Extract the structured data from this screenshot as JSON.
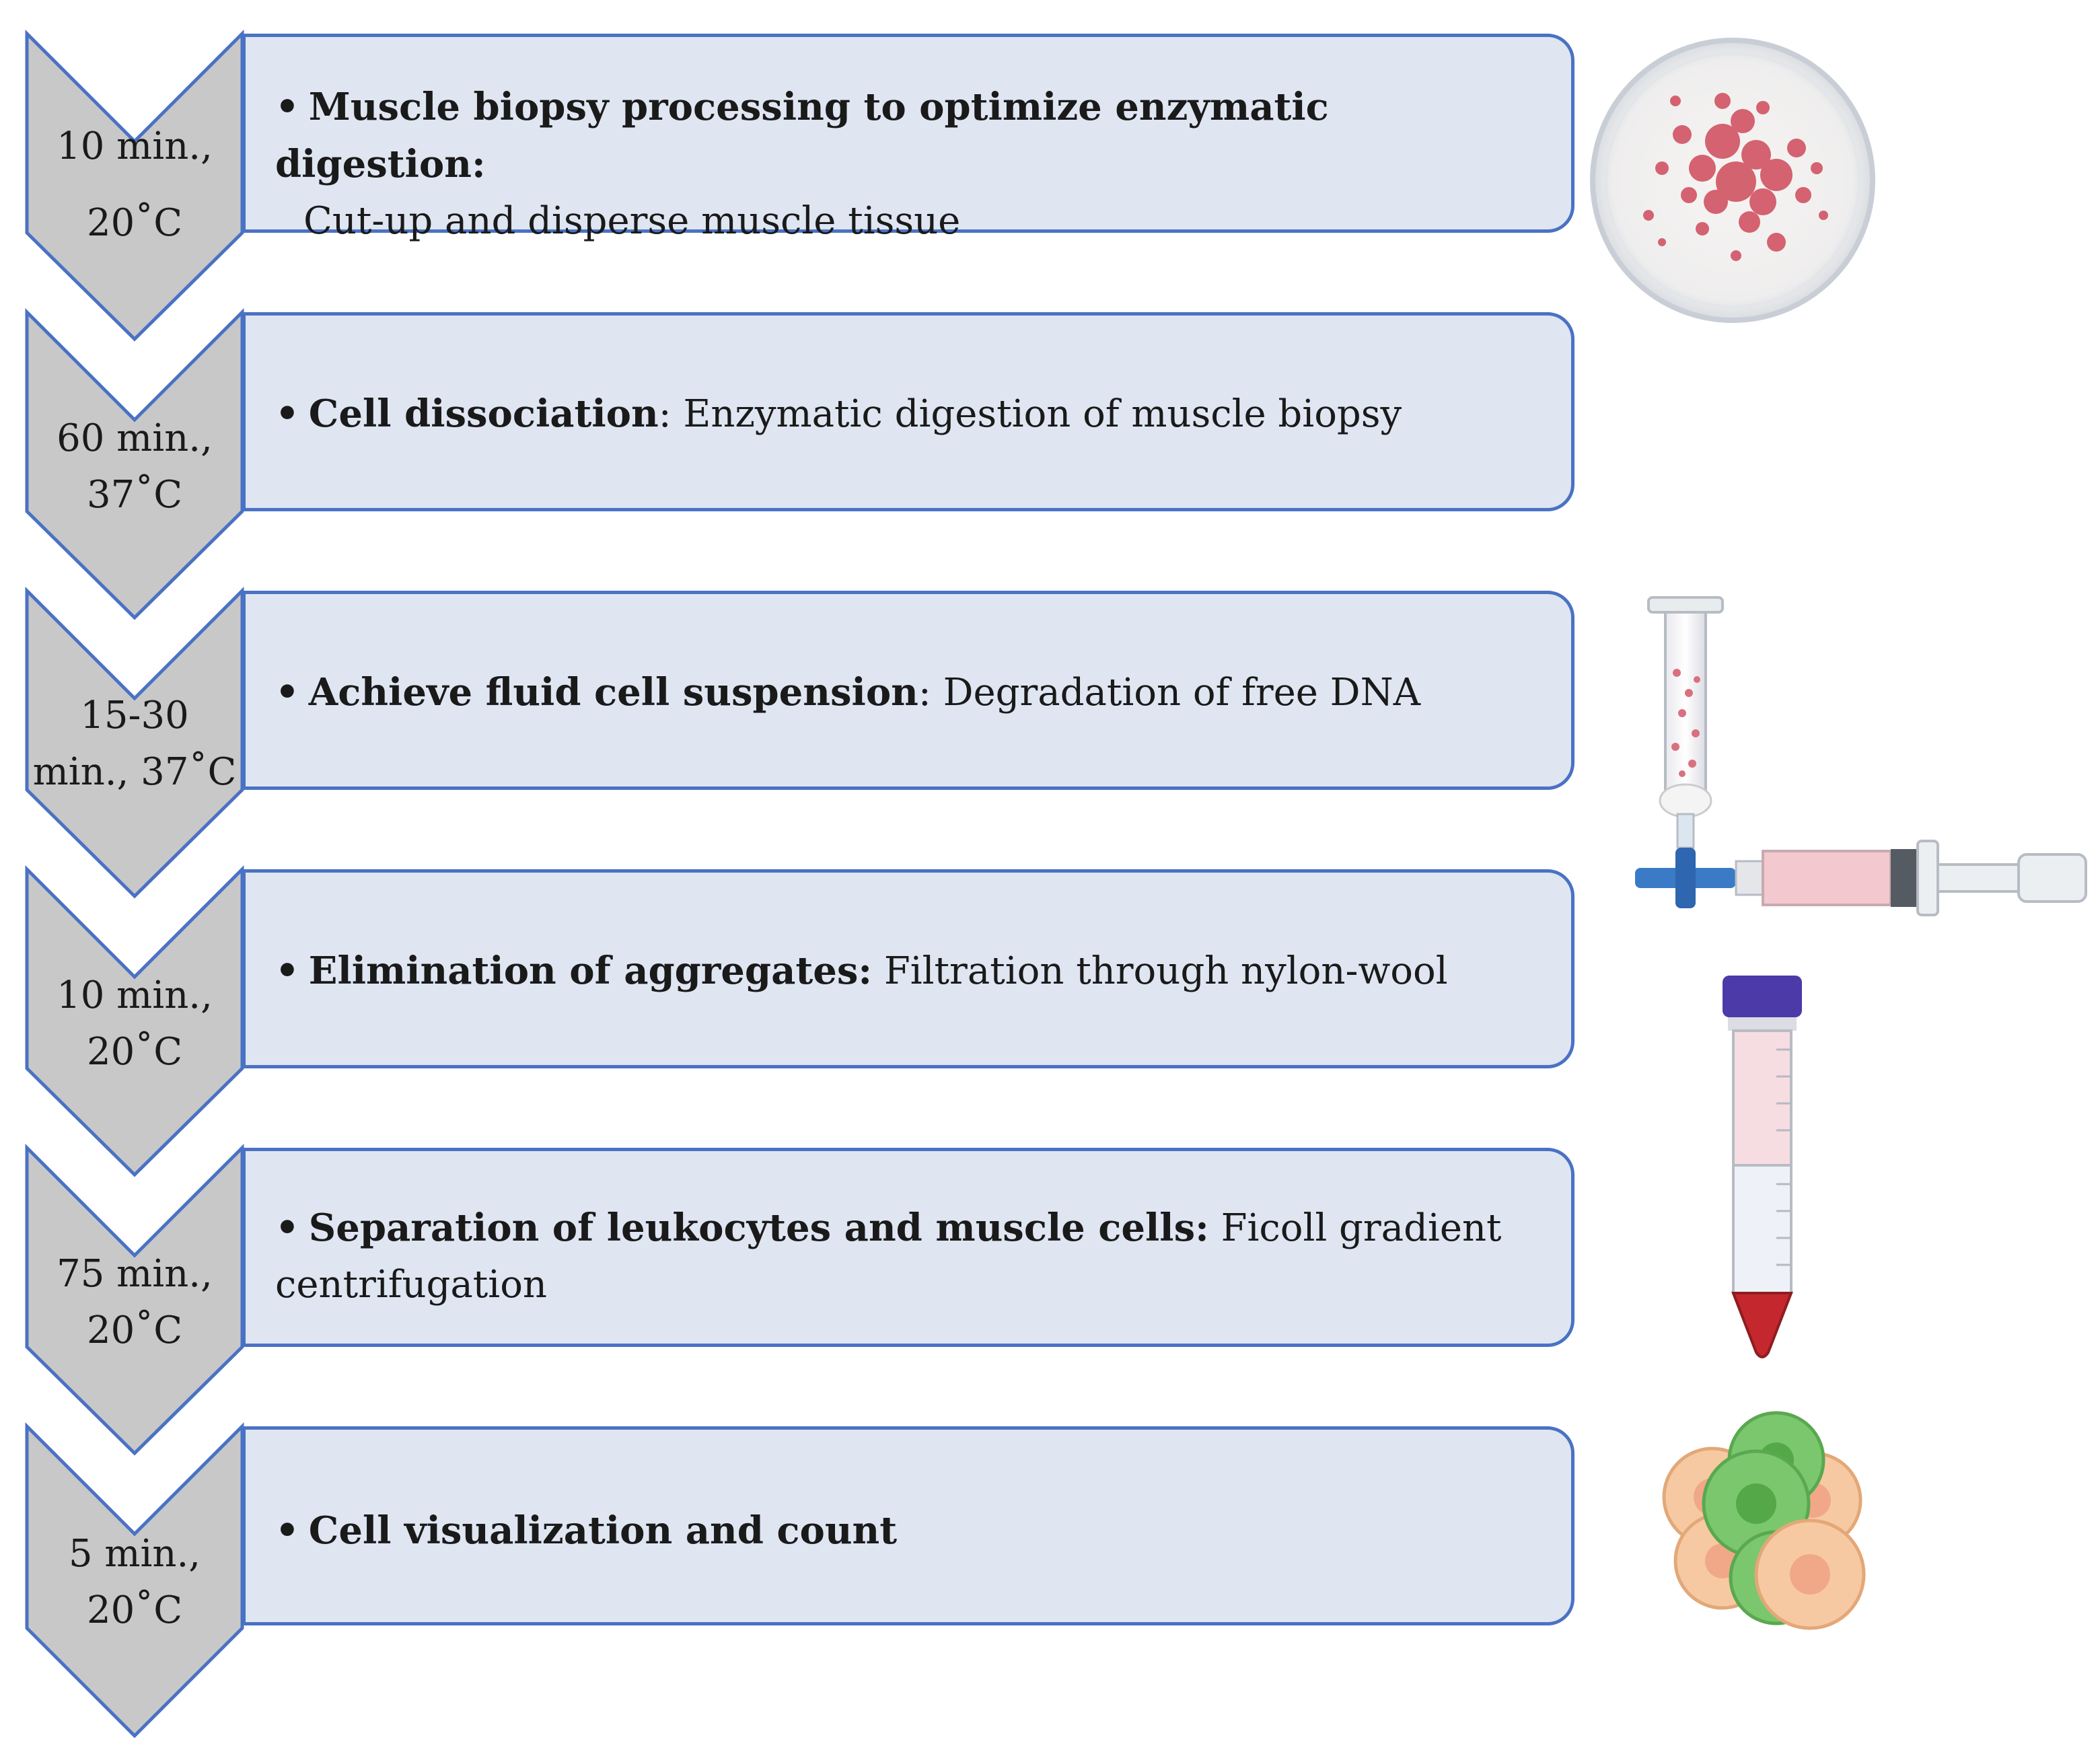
{
  "steps": [
    {
      "time_line1": "10 min.,",
      "time_line2": "20˚C",
      "title": "Muscle biopsy processing to optimize enzymatic digestion:",
      "separator": "",
      "desc": "Cut-up and disperse muscle tissue",
      "desc_newline": true
    },
    {
      "time_line1": "60 min.,",
      "time_line2": "37˚C",
      "title": "Cell dissociation",
      "separator": ":",
      "desc": "Enzymatic digestion of muscle biopsy",
      "desc_newline": false
    },
    {
      "time_line1": "15-30",
      "time_line2": "min., 37˚C",
      "title": "Achieve fluid cell suspension",
      "separator": ":",
      "desc": "Degradation of free DNA",
      "desc_newline": false
    },
    {
      "time_line1": "10 min.,",
      "time_line2": "20˚C",
      "title": "Elimination of aggregates:",
      "separator": "",
      "desc": "Filtration through nylon-wool",
      "desc_newline": false
    },
    {
      "time_line1": "75 min.,",
      "time_line2": "20˚C",
      "title": "Separation of leukocytes and muscle cells:",
      "separator": "",
      "desc": "Ficoll gradient centrifugation",
      "desc_newline": false
    },
    {
      "time_line1": "5 min.,",
      "time_line2": "20˚C",
      "title": "Cell visualization and count",
      "separator": "",
      "desc": "",
      "desc_newline": false
    }
  ],
  "bullet_glyph": "•",
  "icons": [
    "petri-dish-icon",
    "syringe-filter-icon",
    "centrifuge-tube-icon",
    "cells-icon"
  ],
  "colors": {
    "chevron_fill": "#c8c8c8",
    "outline": "#4a72c4",
    "box_fill": "#dfe6f2"
  }
}
